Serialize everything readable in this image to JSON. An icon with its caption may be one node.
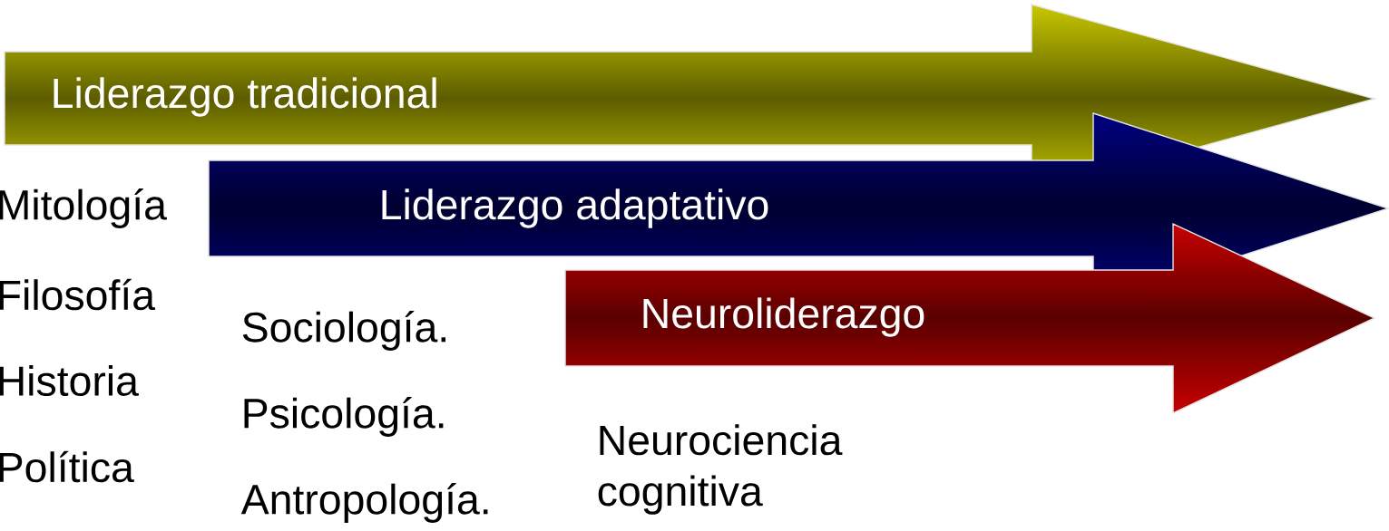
{
  "diagram": {
    "nodes": [
      {
        "text": [
          "Liderazgo tradicional"
        ]
      },
      {
        "text": [
          "Liderazgo adaptativo"
        ]
      },
      {
        "text": [
          "Neuroliderazgo"
        ]
      }
    ],
    "labels": [
      "Mitología",
      "Filosofía",
      "Historia",
      "Política",
      "Sociología.",
      "Psicología.",
      "Antropología.",
      "Neurociencia cognitiva"
    ]
  }
}
